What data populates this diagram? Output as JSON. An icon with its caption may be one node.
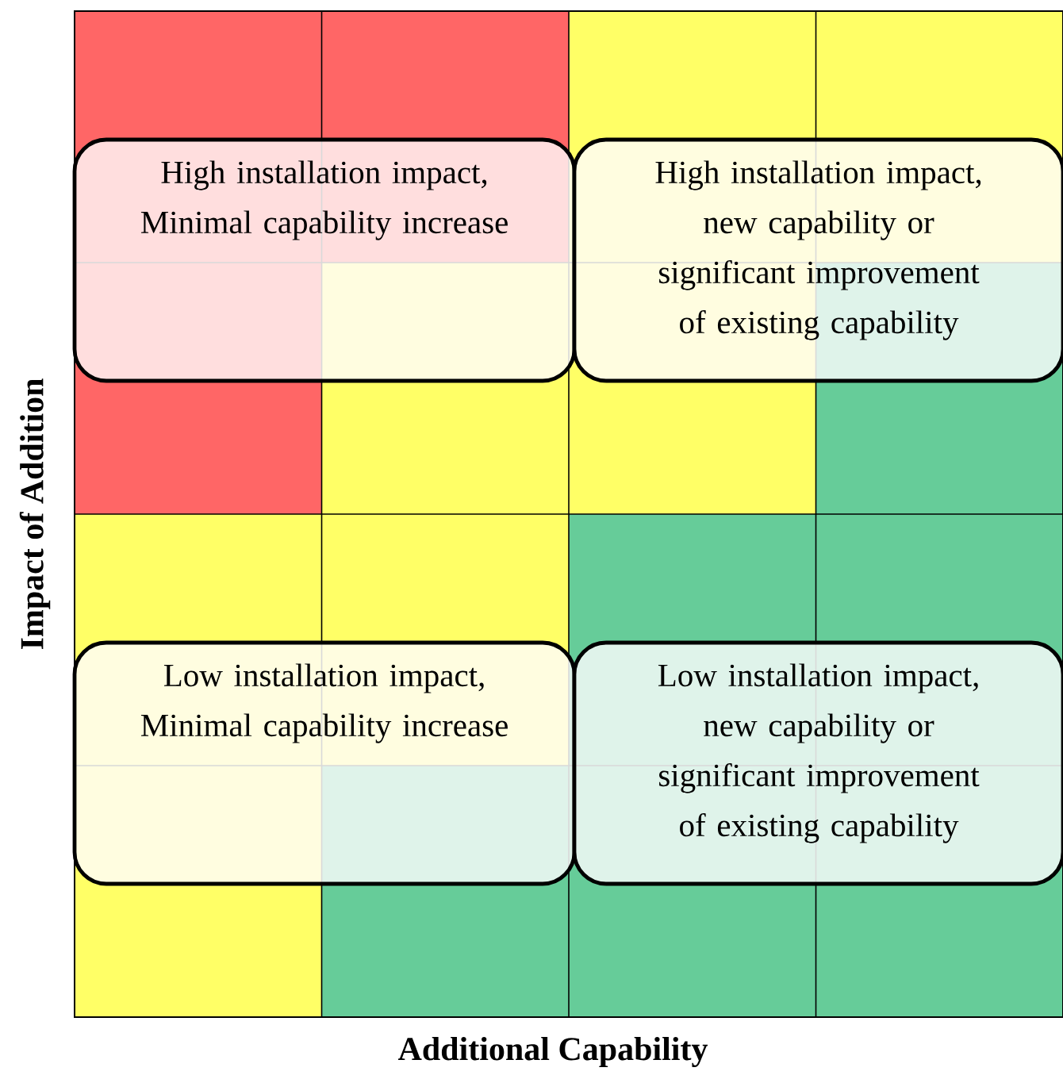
{
  "diagram": {
    "nodes": [
      {
        "text": [
          "High installation impact, Minimal capability increase"
        ]
      },
      {
        "text": [
          "High installation impact, new capability or significant improvement of existing capability"
        ]
      },
      {
        "text": [
          "Low installation impact, Minimal capability increase"
        ]
      },
      {
        "text": [
          "Low installation impact, new capability or significant improvement of existing capability"
        ]
      }
    ],
    "edges": [],
    "labels": [
      "Impact of Addition",
      "Additional Capability"
    ]
  }
}
